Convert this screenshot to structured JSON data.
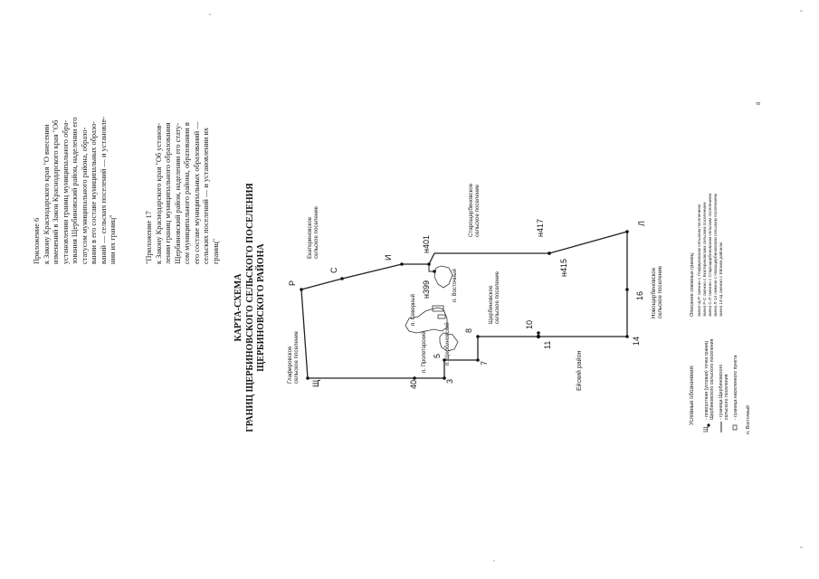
{
  "annex6": {
    "lines": [
      "Приложение 6",
      "к Закону Краснодарского края \"О внесении",
      "изменений в Закон Краснодарского края \"Об",
      "установлении границ муниципального обра-",
      "зования Щербиновский район, наделении его",
      "статусом муниципального района, образо-",
      "вании в его составе муниципальных образо-",
      "ваний — сельских поселений — и установле-",
      "нии их границ\""
    ]
  },
  "annex17": {
    "lines": [
      "\"Приложение 17",
      "к Закону Краснодарского края \"Об установ-",
      "лении границ муниципального образования",
      "Щербиновский район, наделении его стату-",
      "сом муниципального района, образовании в",
      "его составе муниципальных образований —",
      "сельских поселений — и установлении их",
      "границ\""
    ]
  },
  "title": {
    "line1": "КАРТА-СХЕМА",
    "line2": "ГРАНИЦ ЩЕРБИНОВСКОГО СЕЛЬСКОГО ПОСЕЛЕНИЯ",
    "line3": "ЩЕРБИНОВСКОГО РАЙОНА"
  },
  "map": {
    "points": {
      "shch": "Щ",
      "r": "Р",
      "s": "С",
      "i": "И",
      "n401": "н401",
      "n399": "н399",
      "n417": "н417",
      "n415": "н415",
      "l": "Л",
      "p16": "16",
      "p14": "14",
      "p11": "11",
      "p10": "10",
      "p8": "8",
      "p7": "7",
      "p5": "5",
      "p3": "3",
      "p40": "40"
    },
    "areas": {
      "glafirovskoe": [
        "Глафировское",
        "сельское поселение"
      ],
      "ekaterinovskoe": [
        "Екатериновское",
        "сельское поселение"
      ],
      "starosherbinovskoe": [
        "Старощербиновское",
        "сельское поселение"
      ],
      "shcherbinovskoe": [
        "Щербиновское",
        "сельское поселение"
      ],
      "novoshcherbinovskoe": [
        "Новощербиновское",
        "сельское поселение"
      ],
      "eysk": "Ейский район"
    },
    "settlements": {
      "severny": "п. Северный",
      "vostochny": "п. Восточный",
      "proletarsky": "п. Пролетарский",
      "shcherbinovsky": "п. Щербиновский"
    }
  },
  "legend": {
    "title": "Условные обозначения:",
    "items": [
      {
        "symbol": "Щ",
        "text": "- поворотная (угловая) точка границ"
      },
      {
        "symbol": "",
        "text": "Щербиновского сельского поселения"
      },
      {
        "symbol": "",
        "text": "- граница Щербиновского"
      },
      {
        "symbol": "",
        "text": "сельского поселения"
      },
      {
        "symbol": "",
        "text": "- граница населенного пункта"
      },
      {
        "symbol": "п. Восточный",
        "text": ""
      }
    ]
  },
  "description": {
    "title": "Описание смежных границ:",
    "lines": [
      "звено Щ-Р смежно с Глафировским сельским поселением",
      "звено Р-С смежно с Екатериновским сельским поселением",
      "звено С-Л смежно с Старощербиновским сельским поселением",
      "звено Л-14 смежно с Новощербиновским сельским поселением",
      "звено 14-Щ смежно с Ейским районом"
    ]
  },
  "page_mark": "8"
}
